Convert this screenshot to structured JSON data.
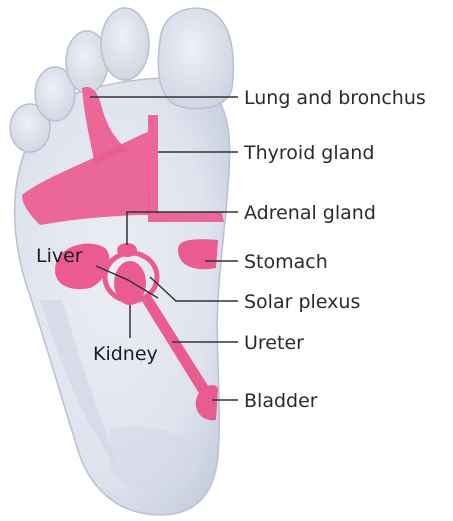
{
  "colors": {
    "foot_fill": "#dfe3ee",
    "foot_shade": "#c9cfdf",
    "foot_outline": "#b9c0d2",
    "zone_pink": "#ea5c90",
    "leader": "#333333"
  },
  "labels": {
    "lung_and_bronchus": "Lung and bronchus",
    "thyroid_gland": "Thyroid gland",
    "adrenal_gland": "Adrenal gland",
    "stomach": "Stomach",
    "solar_plexus": "Solar plexus",
    "ureter": "Ureter",
    "bladder": "Bladder",
    "liver": "Liver",
    "kidney": "Kidney"
  }
}
